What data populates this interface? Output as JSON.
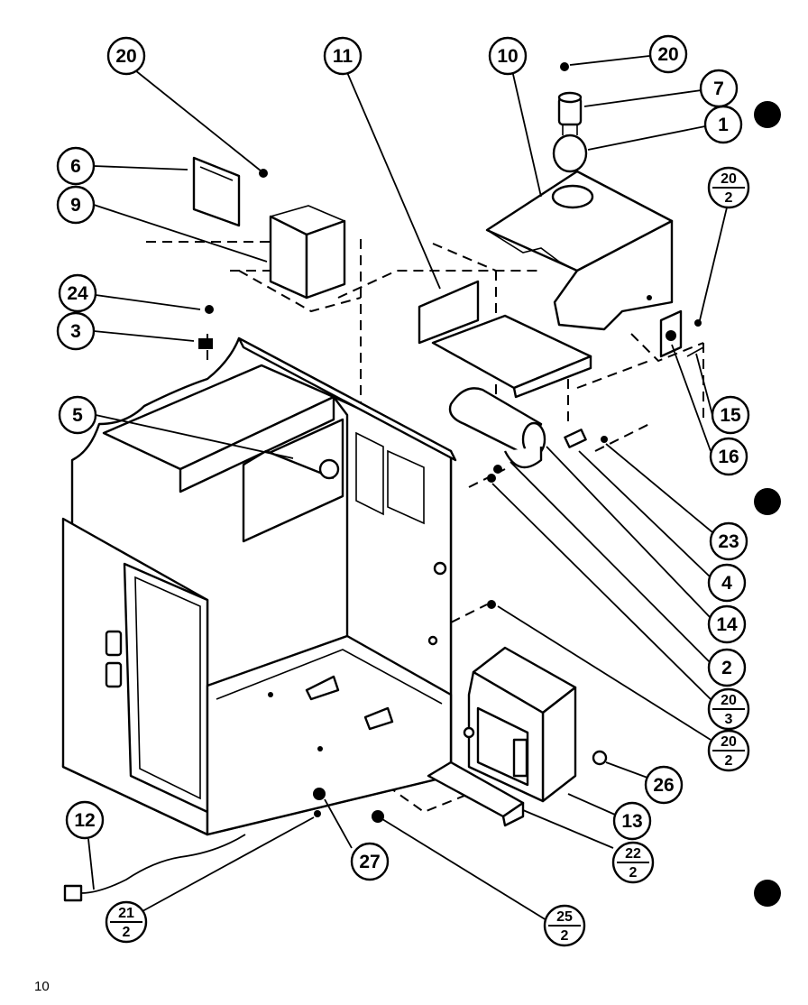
{
  "page": {
    "page_number": "10"
  },
  "callouts": [
    {
      "label": "20"
    },
    {
      "label": "11"
    },
    {
      "label": "10"
    },
    {
      "label": "20"
    },
    {
      "label": "7"
    },
    {
      "label": "1"
    },
    {
      "label": "6"
    },
    {
      "label": "9"
    },
    {
      "label": "20",
      "sub": "2"
    },
    {
      "label": "24"
    },
    {
      "label": "3"
    },
    {
      "label": "5"
    },
    {
      "label": "15"
    },
    {
      "label": "16"
    },
    {
      "label": "23"
    },
    {
      "label": "4"
    },
    {
      "label": "14"
    },
    {
      "label": "2"
    },
    {
      "label": "20",
      "sub": "3"
    },
    {
      "label": "20",
      "sub": "2"
    },
    {
      "label": "26"
    },
    {
      "label": "13"
    },
    {
      "label": "22",
      "sub": "2"
    },
    {
      "label": "12"
    },
    {
      "label": "27"
    },
    {
      "label": "21",
      "sub": "2"
    },
    {
      "label": "25",
      "sub": "2"
    }
  ]
}
